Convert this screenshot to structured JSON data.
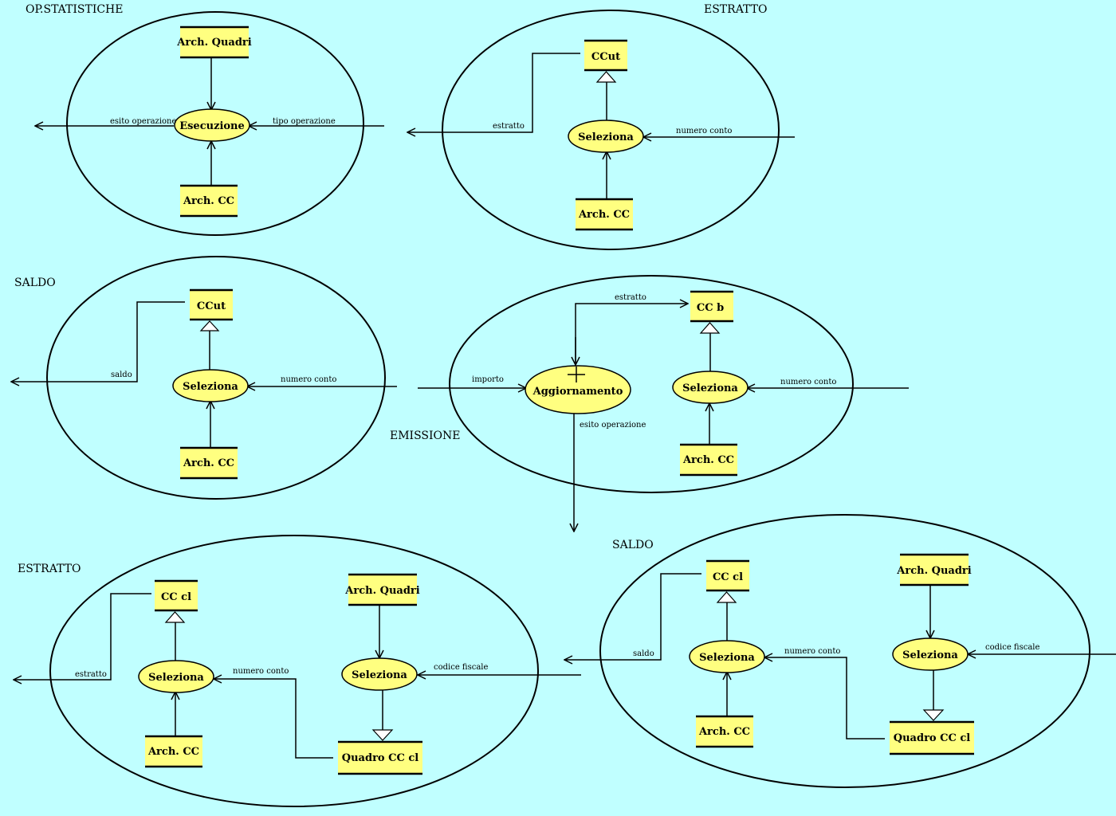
{
  "sections": {
    "op_statistiche": "OP.STATISTICHE",
    "estratto_top": "ESTRATTO",
    "saldo_mid": "SALDO",
    "emissione": "EMISSIONE",
    "estratto_bottom": "ESTRATTO",
    "saldo_bottom": "SALDO"
  },
  "stores": {
    "arch_quadri": "Arch. Quadri",
    "arch_cc": "Arch.  CC",
    "ccut": "CCut",
    "cc_b": "CC b",
    "cc_cl": "CC cl",
    "quadro_cc_cl": "Quadro CC cl"
  },
  "processes": {
    "esecuzione": "Esecuzione",
    "seleziona": "Seleziona",
    "aggiornamento": "Aggiornamento"
  },
  "flows": {
    "esito_operazione": "esito operazione",
    "tipo_operazione": "tipo operazione",
    "estratto": "estratto",
    "numero_conto": "numero conto",
    "saldo": "saldo",
    "importo": "importo",
    "codice_fiscale": "codice fiscale"
  }
}
